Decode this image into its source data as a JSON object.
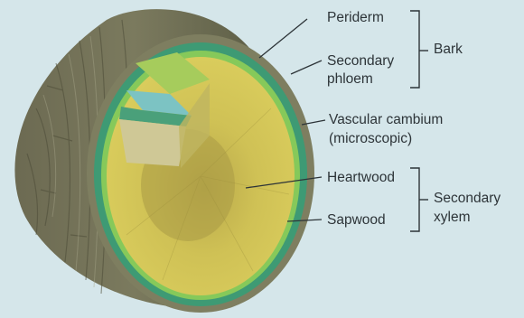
{
  "diagram": {
    "labels": {
      "periderm": "Periderm",
      "secondary_phloem_1": "Secondary",
      "secondary_phloem_2": "phloem",
      "vascular_cambium_1": "Vascular cambium",
      "vascular_cambium_2": "(microscopic)",
      "heartwood": "Heartwood",
      "sapwood": "Sapwood"
    },
    "groups": {
      "bark": "Bark",
      "secondary_xylem_1": "Secondary",
      "secondary_xylem_2": "xylem"
    }
  }
}
